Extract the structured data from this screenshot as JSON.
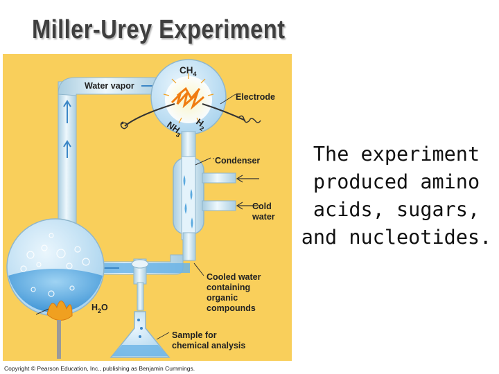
{
  "title": "Miller-Urey Experiment",
  "caption": {
    "line1": "The experiment",
    "line2": "produced amino",
    "line3": "acids, sugars,",
    "line4": "and nucleotides."
  },
  "diagram": {
    "labels": {
      "water_vapor": "Water vapor",
      "ch4_main": "CH",
      "ch4_sub": "4",
      "nh3_main": "NH",
      "nh3_sub": "3",
      "h2_main": "H",
      "h2_sub": "2",
      "electrode": "Electrode",
      "condenser": "Condenser",
      "cold_water_1": "Cold",
      "cold_water_2": "water",
      "cooled_water_1": "Cooled water",
      "cooled_water_2": "containing",
      "cooled_water_3": "organic",
      "cooled_water_4": "compounds",
      "h2o_main": "H",
      "h2o_sub": "2",
      "h2o_end": "O",
      "sample_1": "Sample for",
      "sample_2": "chemical analysis"
    },
    "colors": {
      "background": "#f9cf5b",
      "tube": "#d6ecf7",
      "tube_edge": "#8fb6cc",
      "water": "#6cb4e6",
      "flame": "#f0a020",
      "spark": "#f07c10"
    }
  },
  "copyright": "Copyright © Pearson Education, Inc., publishing as Benjamin Cummings."
}
